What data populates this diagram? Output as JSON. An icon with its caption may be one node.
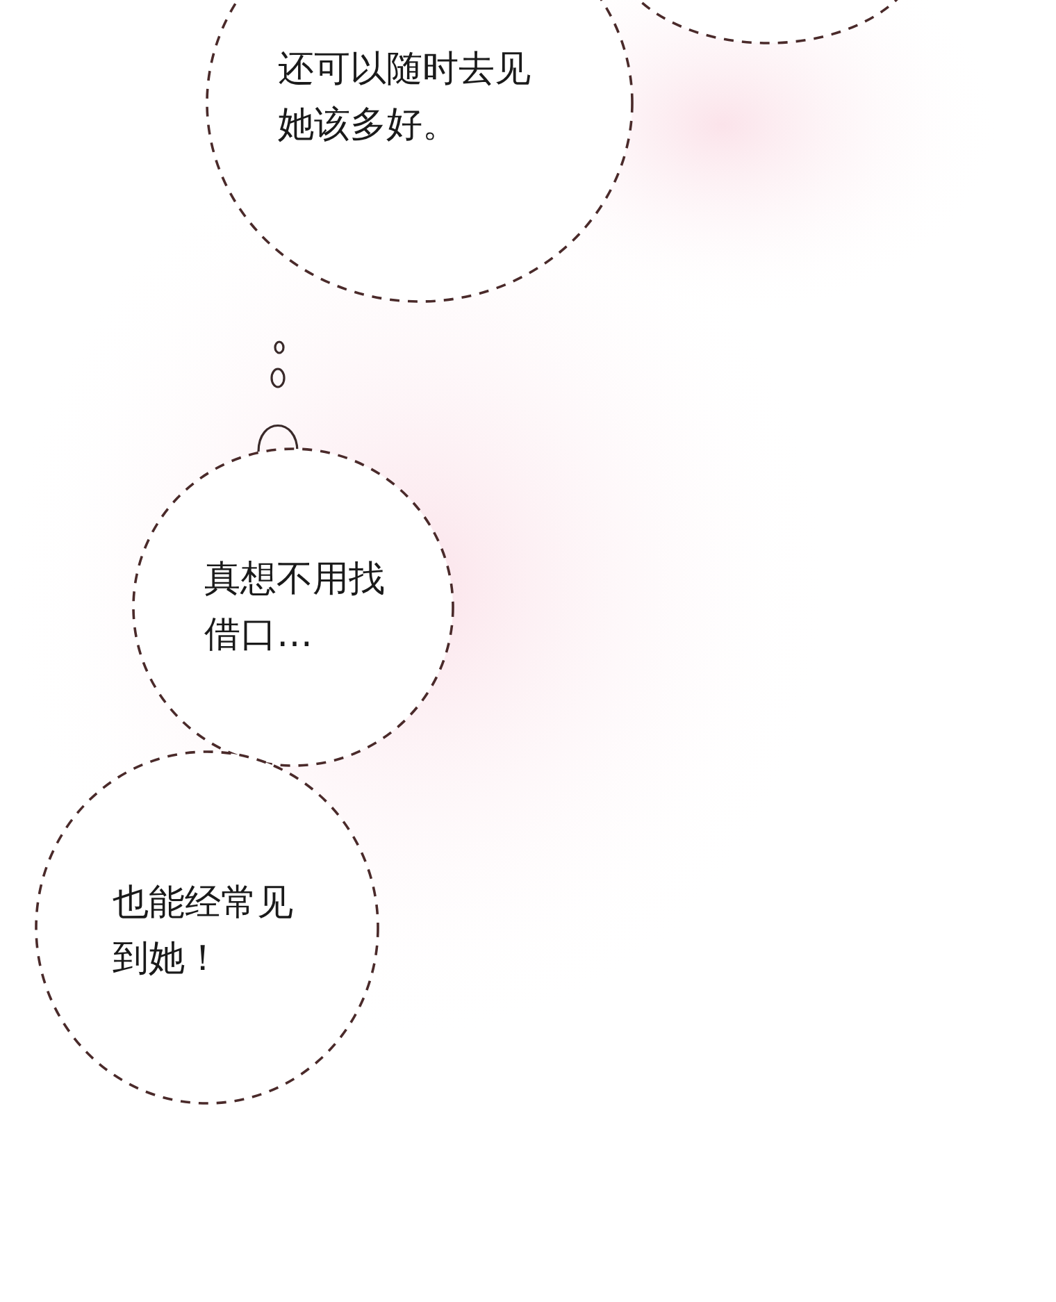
{
  "diagram": {
    "nodes": [
      {
        "text": [],
        "shape": "circle"
      },
      {
        "text": [
          "还可以随时去见她该多好。"
        ]
      },
      {
        "text": [
          "真想不用找借口…"
        ]
      },
      {
        "text": [
          "也能经常见到她！"
        ]
      }
    ]
  }
}
